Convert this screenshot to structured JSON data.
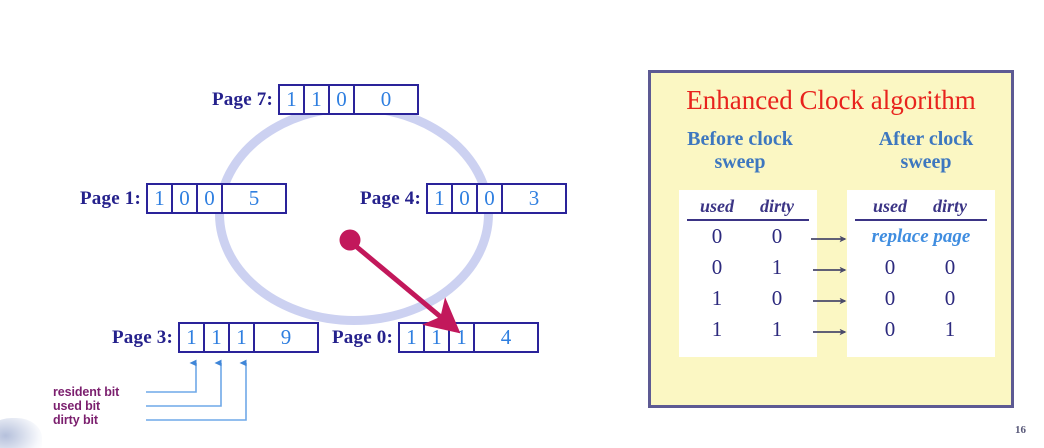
{
  "slide": {
    "page_number": "16"
  },
  "diagram": {
    "name": "clock-page-replacement-diagram",
    "pages": [
      {
        "label": "Page 7:",
        "bits": [
          "1",
          "1",
          "0"
        ],
        "number": "0"
      },
      {
        "label": "Page 1:",
        "bits": [
          "1",
          "0",
          "0"
        ],
        "number": "5"
      },
      {
        "label": "Page 4:",
        "bits": [
          "1",
          "0",
          "0"
        ],
        "number": "3"
      },
      {
        "label": "Page 3:",
        "bits": [
          "1",
          "1",
          "1"
        ],
        "number": "9"
      },
      {
        "label": "Page 0:",
        "bits": [
          "1",
          "1",
          "1"
        ],
        "number": "4"
      }
    ],
    "legend": [
      {
        "label": "resident bit"
      },
      {
        "label": "used bit"
      },
      {
        "label": "dirty bit"
      }
    ],
    "colors": {
      "circle": "#c3c9ef",
      "box_border": "#2a239a",
      "bit_text": "#2f7fe0",
      "page_label": "#25218c",
      "clock_hand": "#c2185b",
      "legend_text": "#7b1f6e",
      "leader_line": "#4a90e2"
    }
  },
  "panel": {
    "title": "Enhanced Clock algorithm",
    "subhead_before": "Before clock\nsweep",
    "subhead_after": "After clock\nsweep",
    "before": {
      "headers": [
        "used",
        "dirty"
      ],
      "rows": [
        [
          "0",
          "0"
        ],
        [
          "0",
          "1"
        ],
        [
          "1",
          "0"
        ],
        [
          "1",
          "1"
        ]
      ]
    },
    "after": {
      "headers": [
        "used",
        "dirty"
      ],
      "rows": [
        [
          "replace page"
        ],
        [
          "0",
          "0"
        ],
        [
          "0",
          "0"
        ],
        [
          "0",
          "1"
        ]
      ]
    },
    "arrow_glyph": "⟶",
    "colors": {
      "background": "#fbf7c3",
      "border": "#5d5a93",
      "title": "#e8231d",
      "subhead": "#3d77bf",
      "table_text": "#2d2a7e",
      "replace_text": "#3f8de0"
    }
  }
}
